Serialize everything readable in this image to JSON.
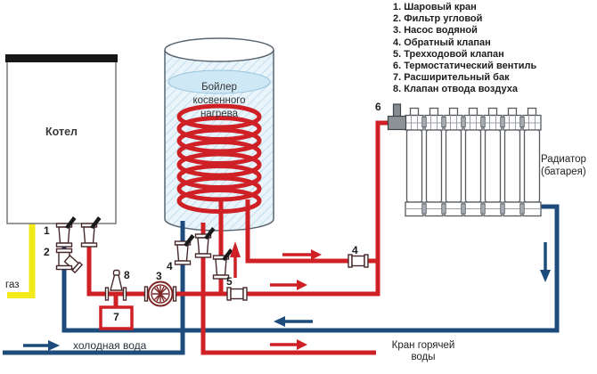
{
  "legend": {
    "items": [
      "1. Шаровый кран",
      "2. Фильтр угловой",
      "3. Насос водяной",
      "4. Обратный клапан",
      "5. Трехходовой клапан",
      "6. Термостатический вентиль",
      "7. Расширительный бак",
      "8. Клапан отвода воздуха"
    ]
  },
  "labels": {
    "boiler": "Котел",
    "tank_lines": [
      "Бойлер",
      "косвенного",
      "нагрева"
    ],
    "radiator_lines": [
      "Радиатор",
      "(батарея)"
    ],
    "gas": "газ",
    "cold_water": "холодная вода",
    "hot_tap_lines": [
      "Кран горячей",
      "воды"
    ]
  },
  "markers": {
    "ball_valve": "1",
    "angle_filter": "2",
    "pump": "3",
    "check_valve_cold": "4",
    "check_valve_hot": "4",
    "three_way_valve": "5",
    "thermo_valve": "6",
    "expansion_tank": "7",
    "air_vent": "8"
  },
  "colors": {
    "hot": "#cf2026",
    "cold": "#1c4b7c",
    "gas": "#f2ea1a",
    "fitting": "#46292b",
    "outline": "#5a6570",
    "tank_water": "#cfe8f5"
  }
}
